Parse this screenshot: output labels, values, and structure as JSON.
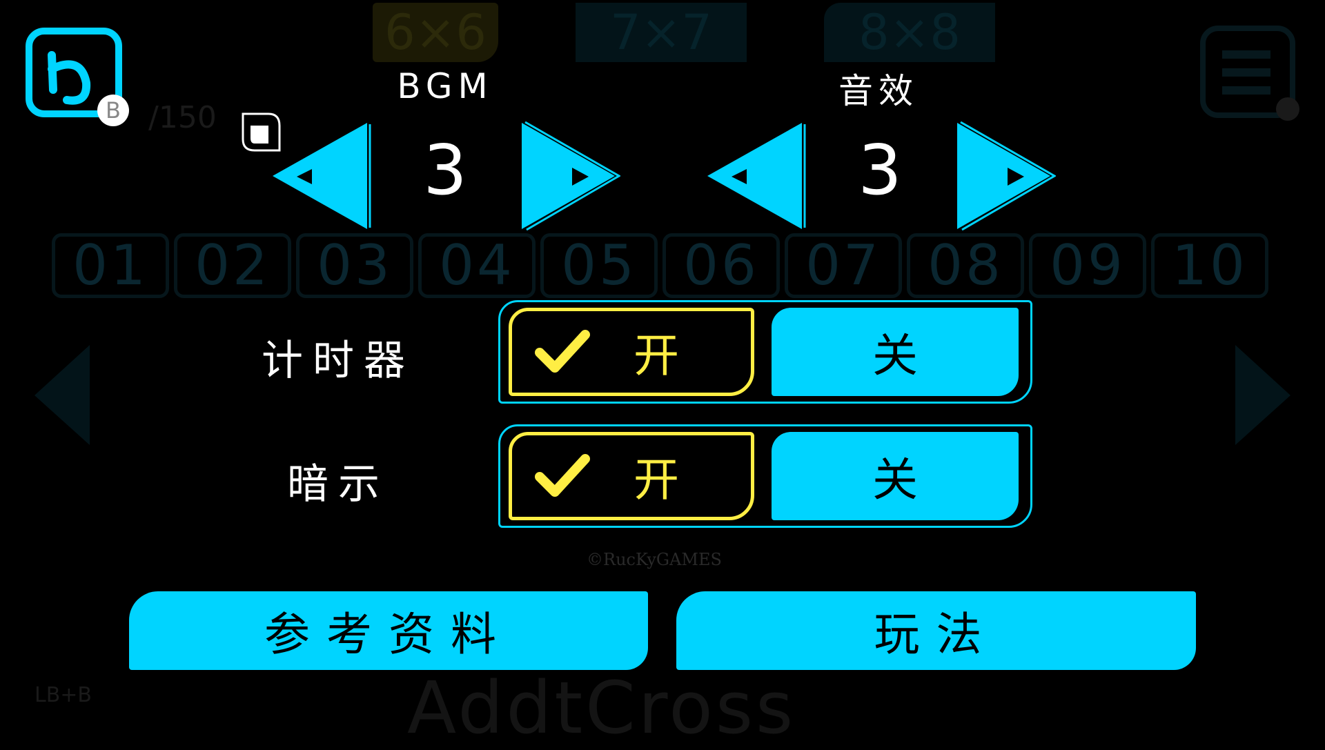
{
  "background": {
    "progress_text": "/150",
    "size_tabs": [
      "6×6",
      "7×7",
      "8×8"
    ],
    "levels": [
      "01",
      "02",
      "03",
      "04",
      "05",
      "06",
      "07",
      "08",
      "09",
      "10"
    ],
    "logo": "AddtCross",
    "copyright": "©RucKyGAMES",
    "shortcut_hint": "LB+B"
  },
  "header": {
    "back_button_badge": "B",
    "bgm": {
      "label": "BGM",
      "value": "3"
    },
    "sfx": {
      "label": "音效",
      "value": "3"
    }
  },
  "settings": [
    {
      "label": "计时器",
      "on_label": "开",
      "off_label": "关",
      "selected": "on"
    },
    {
      "label": "暗示",
      "on_label": "开",
      "off_label": "关",
      "selected": "on"
    }
  ],
  "buttons": {
    "reference": "参考资料",
    "how_to_play": "玩法"
  },
  "colors": {
    "accent": "#00d4ff",
    "selected": "#ffee44",
    "background": "#000000"
  }
}
